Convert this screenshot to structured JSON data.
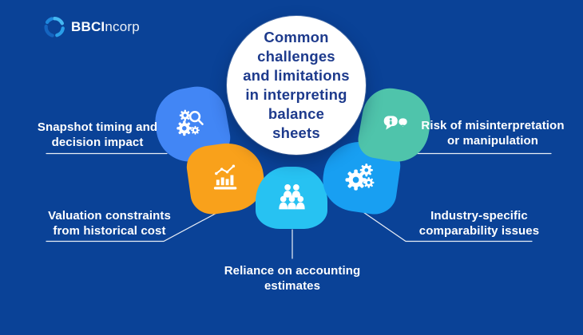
{
  "brand": {
    "name_bold": "BBCI",
    "name_light": "ncorp",
    "logo_icon": "swirl-logo-icon"
  },
  "center": {
    "title": "Common\nchallenges\nand limitations\nin interpreting\nbalance\nsheets"
  },
  "items": [
    {
      "label": "Snapshot timing and\ndecision impact",
      "icon": "search-gears-icon",
      "color": "#4286f5"
    },
    {
      "label": "Valuation constraints\nfrom historical cost",
      "icon": "bar-chart-trend-icon",
      "color": "#f9a11b"
    },
    {
      "label": "Reliance on accounting\nestimates",
      "icon": "people-group-icon",
      "color": "#27c2f2"
    },
    {
      "label": "Industry-specific\ncomparability issues",
      "icon": "gears-icon",
      "color": "#189ff2"
    },
    {
      "label": "Risk of misinterpretation\nor manipulation",
      "icon": "speech-bubbles-info-icon",
      "color": "#4fc4ab"
    }
  ],
  "colors": {
    "background": "#0a4297",
    "circle_fill": "#ffffff",
    "title_text": "#1d3a8c",
    "label_text": "#ffffff",
    "connector_line": "#e9eef6"
  }
}
